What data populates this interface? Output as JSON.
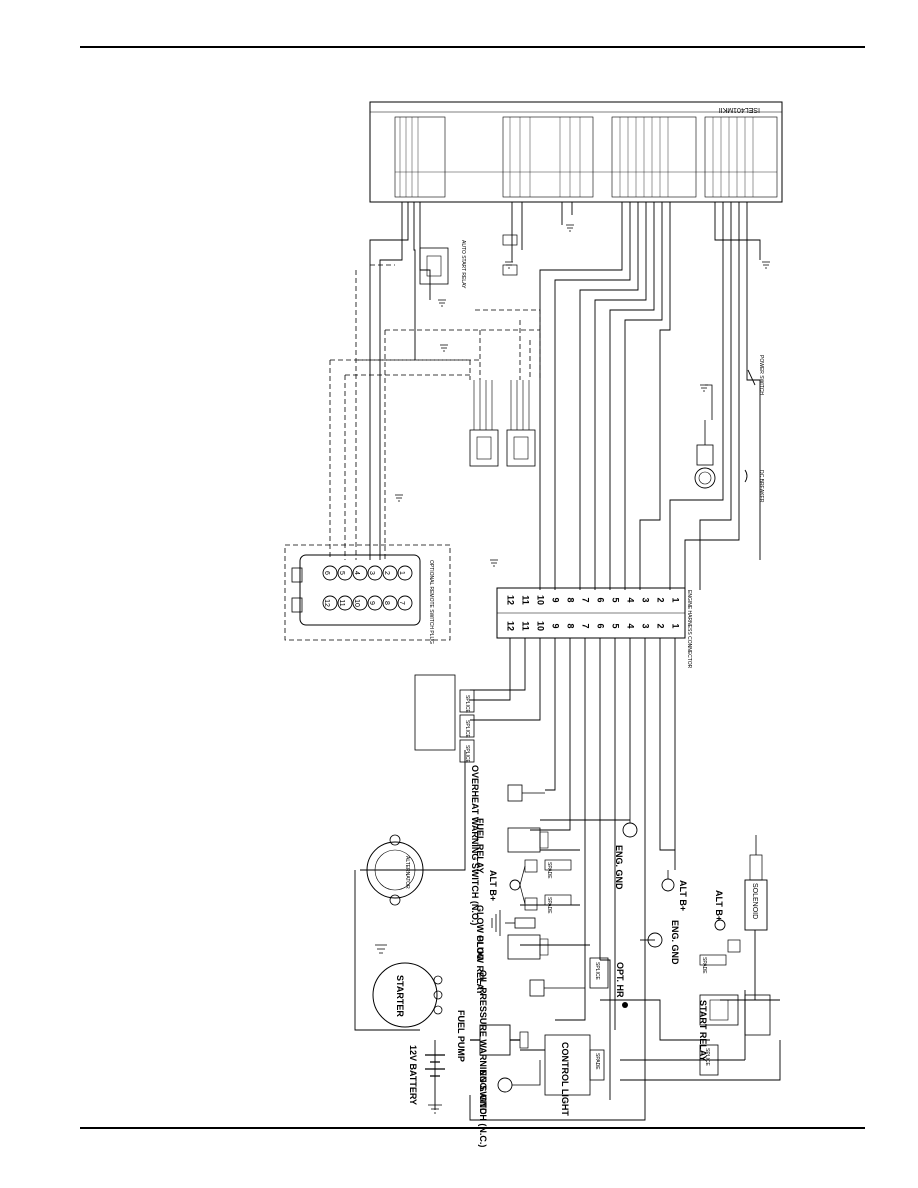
{
  "page": {
    "top_rule": true,
    "bottom_rule": true
  },
  "ecm": {
    "title": "ISEL401MKII"
  },
  "components": {
    "auto_start_relay": "AUTO START RELAY",
    "optional_remote_switch_plug": "OPTIONAL REMOTE SWITCH PLUG",
    "power_switch": "POWER SWITCH",
    "dc_breaker": "DC BREAKER",
    "start_relay": "START RELAY",
    "solenoid": "SOLENOID",
    "alt_b_plus_1": "ALT B+",
    "alt_b_plus_2": "ALT B+",
    "alt_b_plus_3": "ALT B+",
    "eng_gnd_1": "ENG. GND",
    "eng_gnd_2": "ENG. GND",
    "eng_gnd_3": "ENG. GND",
    "overheat_switch": "OVERHEAT WARNING SWITCH (N.O.)",
    "fuel_relay": "FUEL RELAY",
    "glow_plug": "GLOW PLUG",
    "glow_relay": "GLOW RELAY",
    "oil_pressure_switch": "OIL PRESSURE WARNING SWITCH (N.C.)",
    "opt_hr": "OPT. HR",
    "alternator": "ALTERNATOR",
    "starter": "STARTER",
    "battery": "12V BATTERY",
    "fuel_pump": "FUEL PUMP",
    "control_light": "CONTROL LIGHT",
    "splice": "SPLICE",
    "spade": "SPADE",
    "harness_connector": "ENGINE HARNESS CONNECTOR"
  },
  "connector": {
    "pins_left": [
      "12",
      "11",
      "10",
      "9",
      "8",
      "7"
    ],
    "pins_right": [
      "6",
      "5",
      "4",
      "3",
      "2",
      "1"
    ],
    "harness_pins": [
      "12",
      "11",
      "10",
      "9",
      "8",
      "7",
      "6",
      "5",
      "4",
      "3",
      "2",
      "1"
    ]
  }
}
